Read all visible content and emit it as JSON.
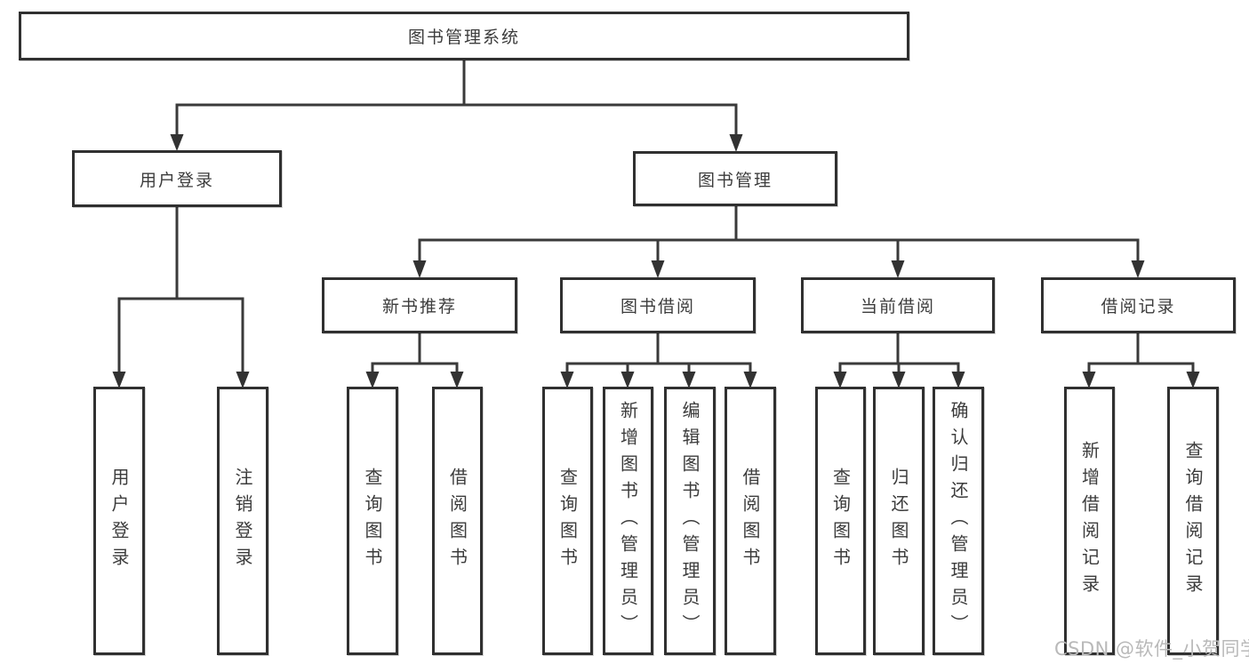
{
  "tree": {
    "root": {
      "label": "图书管理系统",
      "children": [
        {
          "label": "用户登录",
          "children": [
            {
              "label": "用户登录"
            },
            {
              "label": "注销登录"
            }
          ]
        },
        {
          "label": "图书管理",
          "children": [
            {
              "label": "新书推荐",
              "children": [
                {
                  "label": "查询图书"
                },
                {
                  "label": "借阅图书"
                }
              ]
            },
            {
              "label": "图书借阅",
              "children": [
                {
                  "label": "查询图书"
                },
                {
                  "label": "新增图书（管理员）"
                },
                {
                  "label": "编辑图书（管理员）"
                },
                {
                  "label": "借阅图书"
                }
              ]
            },
            {
              "label": "当前借阅",
              "children": [
                {
                  "label": "查询图书"
                },
                {
                  "label": "归还图书"
                },
                {
                  "label": "确认归还（管理员）"
                }
              ]
            },
            {
              "label": "借阅记录",
              "children": [
                {
                  "label": "新增借阅记录"
                },
                {
                  "label": "查询借阅记录"
                }
              ]
            }
          ]
        }
      ]
    }
  },
  "watermark": "CSDN @软件_小贺同学",
  "colors": {
    "line": "#3a3a3a",
    "box_border": "#303030",
    "text": "#3c3c3c",
    "watermark": "#b9b9b9",
    "background": "#ffffff"
  }
}
